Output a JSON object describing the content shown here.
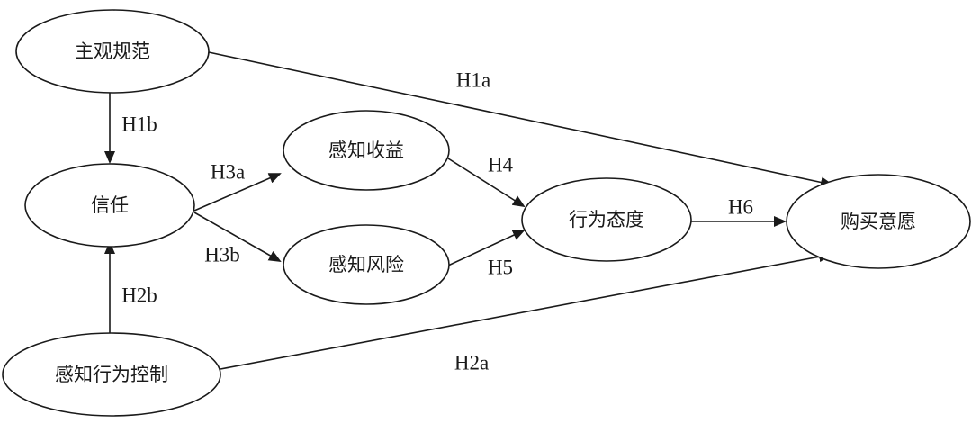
{
  "diagram": {
    "nodes": {
      "subjective_norm": "主观规范",
      "trust": "信任",
      "perceived_behavioral_control": "感知行为控制",
      "perceived_benefit": "感知收益",
      "perceived_risk": "感知风险",
      "attitude": "行为态度",
      "purchase_intention": "购买意愿"
    },
    "edges": {
      "h1a": "H1a",
      "h1b": "H1b",
      "h2a": "H2a",
      "h2b": "H2b",
      "h3a": "H3a",
      "h3b": "H3b",
      "h4": "H4",
      "h5": "H5",
      "h6": "H6"
    }
  }
}
